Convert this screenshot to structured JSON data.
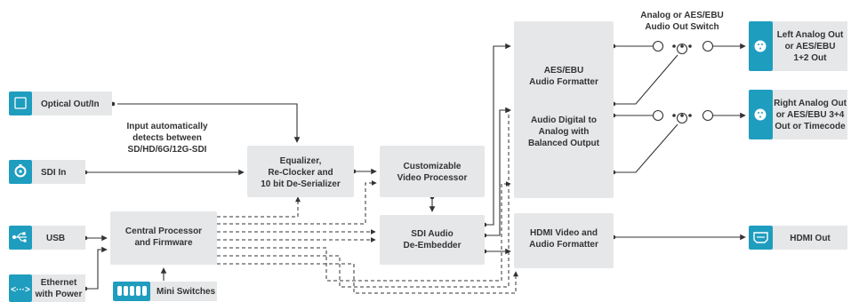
{
  "inputs": {
    "optical": "Optical Out/In",
    "sdi_in": "SDI In",
    "usb": "USB",
    "ethernet": [
      "Ethernet",
      "with Power"
    ],
    "mini_switches": "Mini Switches"
  },
  "note": [
    "Input automatically",
    "detects between",
    "SD/HD/6G/12G-SDI"
  ],
  "blocks": {
    "equalizer": [
      "Equalizer,",
      "Re-Clocker and",
      "10 bit De-Serializer"
    ],
    "central_processor": [
      "Central Processor",
      "and Firmware"
    ],
    "video_processor": [
      "Customizable",
      "Video Processor"
    ],
    "sdi_audio": [
      "SDI Audio",
      "De-Embedder"
    ],
    "aes_formatter": [
      "AES/EBU",
      "Audio Formatter"
    ],
    "audio_digital": [
      "Audio Digital to",
      "Analog with",
      "Balanced Output"
    ],
    "hdmi_formatter": [
      "HDMI Video and",
      "Audio Formatter"
    ]
  },
  "switch_label": [
    "Analog or AES/EBU",
    "Audio Out Switch"
  ],
  "outputs": {
    "left": [
      "Left Analog Out",
      "or AES/EBU",
      "1+2 Out"
    ],
    "right": [
      "Right Analog Out",
      "or AES/EBU 3+4",
      "Out or Timecode"
    ],
    "hdmi": "HDMI Out"
  },
  "icons": {
    "optical": "square-port-icon",
    "sdi": "bnc-connector-icon",
    "usb": "usb-icon",
    "ethernet": "ethernet-icon",
    "mini_switches": "dip-switch-icon",
    "xlr": "xlr-connector-icon",
    "hdmi": "hdmi-port-icon"
  },
  "colors": {
    "accent": "#1f9dbf",
    "box": "#e6e7e8",
    "line": "#333333"
  }
}
